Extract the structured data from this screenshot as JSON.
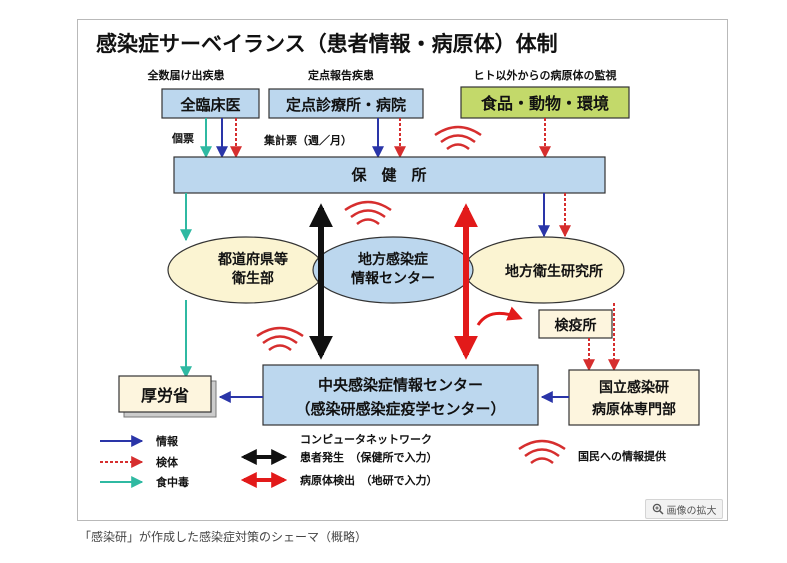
{
  "title": "感染症サーベイランス（患者情報・病原体）体制",
  "top_labels": {
    "zenkoku": "全数届け出疾患",
    "teiten": "定点報告疾患",
    "hito_igai": "ヒト以外からの病原体の監視"
  },
  "boxes": {
    "zenrinshoi": "全臨床医",
    "teiten_shinryo": "定点診療所・病院",
    "shokuhin": "食品・動物・環境",
    "hokenjo": "保　健　所",
    "kenekijo": "検疫所",
    "koseirodosho": "厚労省",
    "chuo_line1": "中央感染症情報センター",
    "chuo_line2": "（感染研感染症疫学センター）",
    "kokuritsu_line1": "国立感染研",
    "kokuritsu_line2": "病原体専門部"
  },
  "ellipses": {
    "todofuken_line1": "都道府県等",
    "todofuken_line2": "衛生部",
    "chiho_center_line1": "地方感染症",
    "chiho_center_line2": "情報センター",
    "chiho_eisei": "地方衛生研究所"
  },
  "flow_labels": {
    "kohyo": "個票",
    "shukeihyo": "集計票（週／月）"
  },
  "legend": {
    "joho": "情報",
    "kentai": "検体",
    "shokuchudoku": "食中毒",
    "network": "コンピュータネットワーク",
    "kanja_hassei": "患者発生　（保健所で入力）",
    "byogentai": "病原体検出　（地研で入力）",
    "kokumin": "国民への情報提供"
  },
  "zoom_button": "画像の拡大",
  "caption": "「感染研」が作成した感染症対策のシェーマ（概略）",
  "colors": {
    "box_blue": "#bcd7ee",
    "box_green": "#c3d96a",
    "box_cream": "#fdf5de",
    "ellipse_fill": "#fbf4d2",
    "ellipse_center": "#bcd7ee",
    "info_arrow": "#2a35a8",
    "specimen_arrow": "#d62e2e",
    "food_arrow": "#2fb9a2",
    "network_black": "#111111",
    "pathogen_red": "#e21a1a"
  }
}
